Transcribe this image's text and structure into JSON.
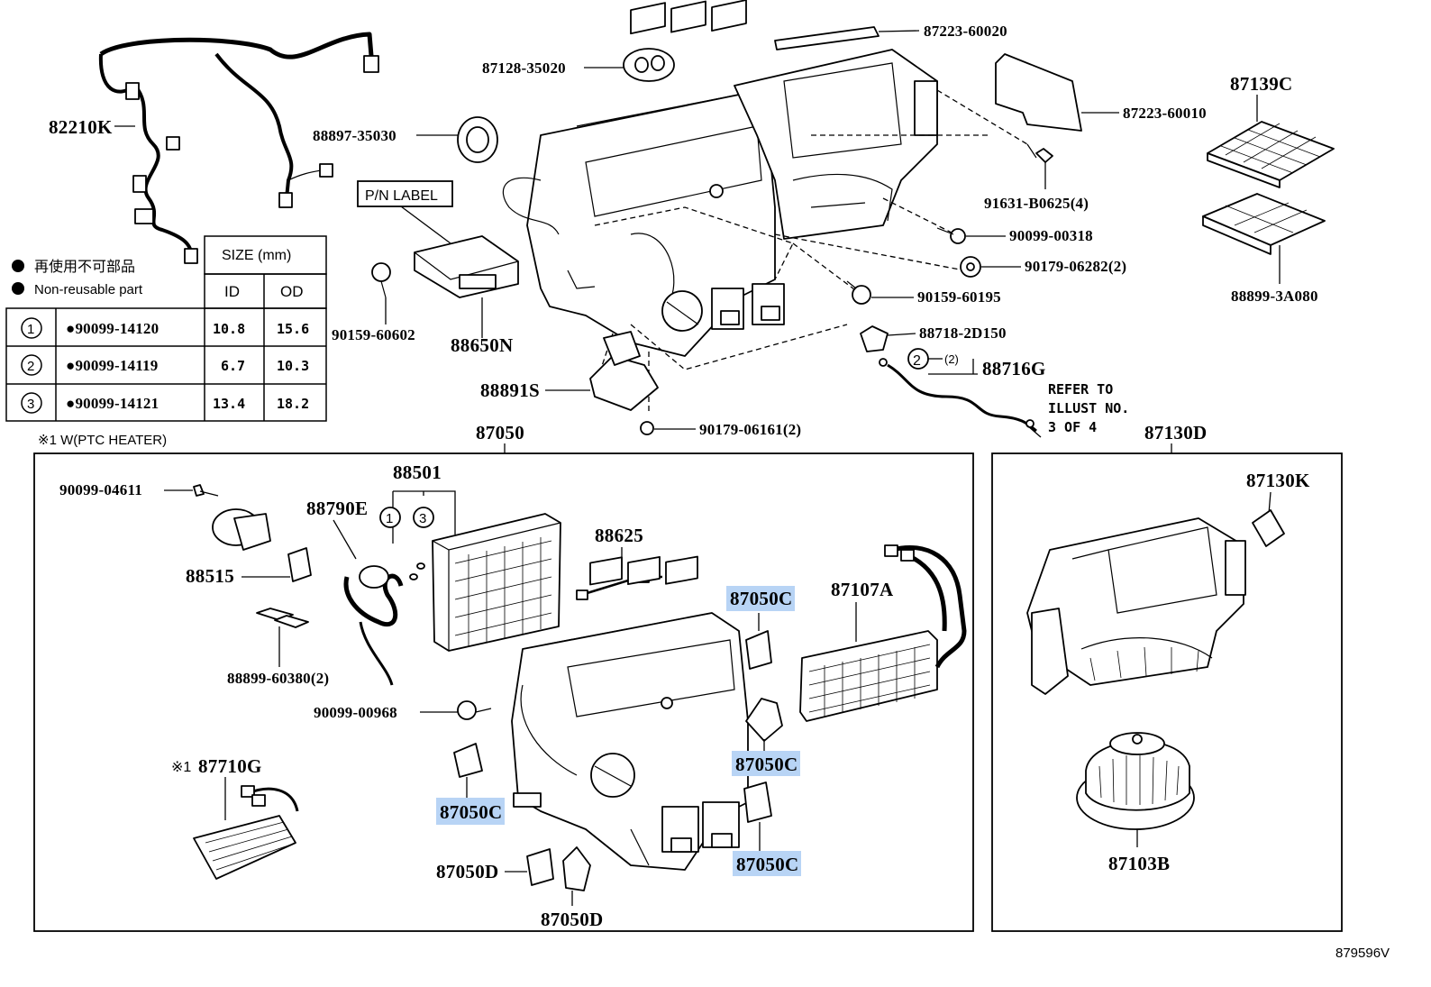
{
  "callouts": {
    "p82210K": "82210K",
    "p87128_35020": "87128-35020",
    "p87223_60020": "87223-60020",
    "p87223_60010": "87223-60010",
    "p87139C": "87139C",
    "p88897_35030": "88897-35030",
    "p91631": "91631-B0625(4)",
    "p90099_00318": "90099-00318",
    "p90179_06282": "90179-06282(2)",
    "p90159_60195": "90159-60195",
    "p88899_3A080": "88899-3A080",
    "pn_label": "P/N LABEL",
    "p90159_60602": "90159-60602",
    "p88650N": "88650N",
    "p88718_2D150": "88718-2D150",
    "p88716G": "88716G",
    "p88716G_qty": "(2)",
    "p88891S": "88891S",
    "p90179_06161": "90179-06161(2)",
    "refer_1": "REFER TO",
    "refer_2": "ILLUST NO.",
    "refer_3": "3 OF 4",
    "p87050": "87050",
    "p87130D": "87130D",
    "p90099_04611": "90099-04611",
    "p88501": "88501",
    "p88790E": "88790E",
    "p88515": "88515",
    "p88625": "88625",
    "p87050C_1": "87050C",
    "p87107A": "87107A",
    "p88899_60380": "88899-60380(2)",
    "p90099_00968": "90099-00968",
    "p87050C_2": "87050C",
    "p87050C_3": "87050C",
    "p87050C_4": "87050C",
    "p87710G_mark": "※1",
    "p87710G": "87710G",
    "p87050D_1": "87050D",
    "p87050D_2": "87050D",
    "p87130K": "87130K",
    "p87103B": "87103B",
    "ptc_note": "※1 W(PTC HEATER)",
    "illust_no": "879596V"
  },
  "legend": {
    "jp": "再使用不可部品",
    "en": "Non-reusable part"
  },
  "table": {
    "size_header": "SIZE (mm)",
    "col_id": "ID",
    "col_od": "OD",
    "rows": [
      {
        "ref": "1",
        "part": "●90099-14120",
        "id": "10.8",
        "od": "15.6"
      },
      {
        "ref": "2",
        "part": "●90099-14119",
        "id": "6.7",
        "od": "10.3"
      },
      {
        "ref": "3",
        "part": "●90099-14121",
        "id": "13.4",
        "od": "18.2"
      }
    ]
  },
  "circle_refs": {
    "one": "1",
    "two": "2",
    "three": "3"
  },
  "colors": {
    "highlight": "#b8d4f5",
    "ink": "#000000"
  }
}
